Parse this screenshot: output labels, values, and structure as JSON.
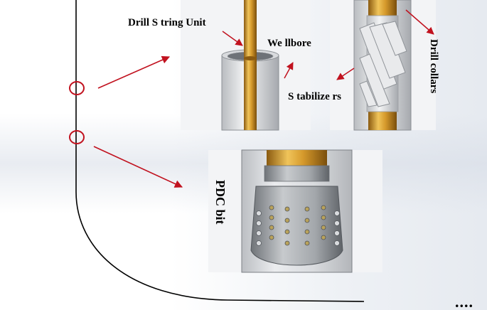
{
  "labels": {
    "drill_string_unit": "Drill S tring Unit",
    "wellbore": "We llbore",
    "stabilizers": "S tabilize rs",
    "drill_collars": "Drill collars",
    "pdc_bit": "PDC bit",
    "continuation": "...."
  },
  "colors": {
    "arrow": "#c1121f",
    "marker": "#c1121f",
    "collar_gold": "#d6a23a",
    "casing_gray": "#c9ccd0"
  }
}
